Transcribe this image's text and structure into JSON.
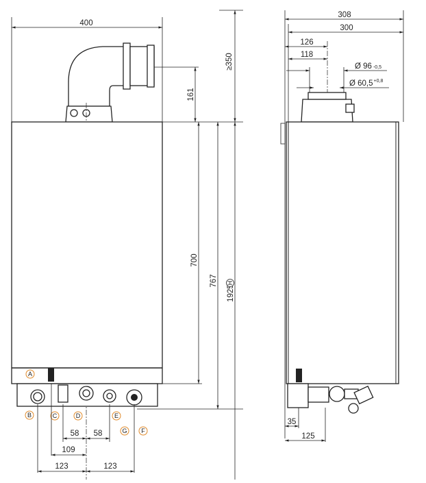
{
  "front_view": {
    "width": "400",
    "flue_height": "161",
    "clearance_top": "≥350",
    "body_height": "700",
    "height_to_connections": "767",
    "installation_height": "1925",
    "installation_height_marker": "H",
    "spacing_left": "58",
    "spacing_right": "58",
    "offset_a": "109",
    "offset_left": "123",
    "offset_right": "123",
    "connection_labels": [
      "A",
      "B",
      "C",
      "D",
      "E",
      "F",
      "G"
    ]
  },
  "side_view": {
    "depth_total": "308",
    "depth_body": "300",
    "flue_axis_total": "126",
    "flue_axis_body": "118",
    "flue_outer_diameter": "Ø 96",
    "flue_outer_tolerance": "-0,5",
    "flue_inner_diameter": "Ø 60,5",
    "flue_inner_tolerance": "+0,8",
    "bottom_offset": "35",
    "bottom_depth": "125"
  },
  "colors": {
    "label_ring": "#e08a2a",
    "line": "#222222"
  }
}
